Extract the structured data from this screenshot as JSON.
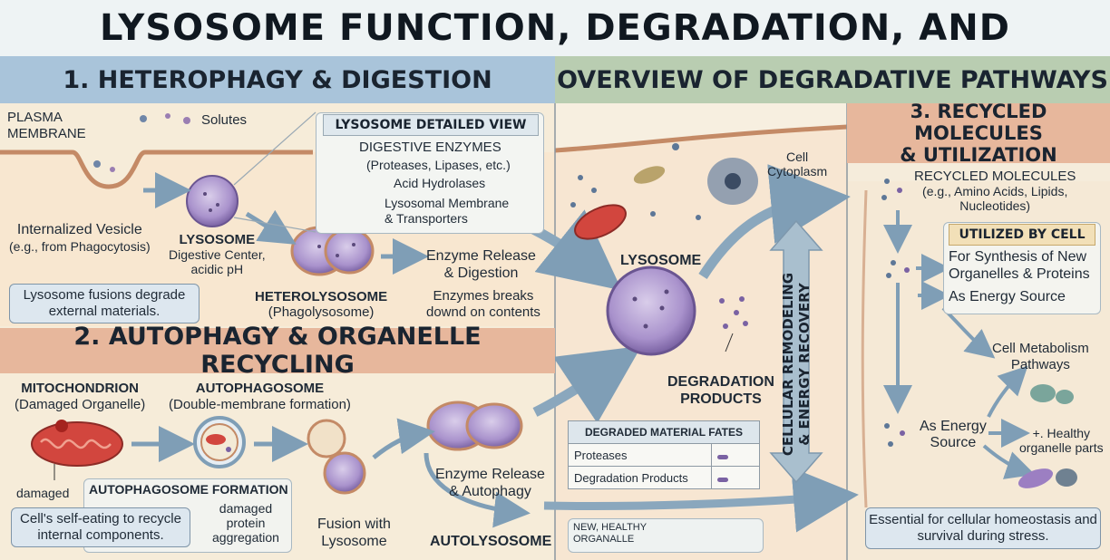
{
  "title": "LYSOSOME FUNCTION, DEGRADATION, AND AUTOPHAGY",
  "colors": {
    "lysosome": "#9d86c0",
    "mito": "#d2463e",
    "arrow": "#8aa7bd",
    "header_blue": "#a9c4da",
    "header_green": "#b9cdb1",
    "header_tan": "#e7b79c"
  },
  "s1": {
    "header": "1. HETEROPHAGY & DIGESTION",
    "plasma_membrane": "PLASMA MEMBRANE",
    "solutes": "Solutes",
    "vesicle": "Internalized Vesicle",
    "vesicle_sub": "(e.g., from Phagocytosis)",
    "lysosome": "LYSOSOME",
    "lysosome_sub1": "Digestive Center,",
    "lysosome_sub2": "acidic pH",
    "heterolysosome": "HETEROLYSOSOME",
    "heterolysosome_sub": "(Phagolysosome)",
    "release1": "Enzyme Release",
    "release2": "& Digestion",
    "breaks1": "Enzymes breaks",
    "breaks2": "downd on contents",
    "note": "Lysosome fusions degrade external materials."
  },
  "detail": {
    "header": "LYSOSOME DETAILED VIEW",
    "enzymes": "DIGESTIVE ENZYMES",
    "enzymes_sub": "(Proteases, Lipases, etc.)",
    "hydrolases": "Acid Hydrolases",
    "membrane1": "Lysosomal Membrane",
    "membrane2": "& Transporters"
  },
  "s2": {
    "header": "2. AUTOPHAGY & ORGANELLE RECYCLING",
    "mito": "MITOCHONDRION",
    "mito_sub": "(Damaged Organelle)",
    "damaged": "damaged",
    "auto": "AUTOPHAGOSOME",
    "auto_sub": "(Double-membrane formation)",
    "formation": "AUTOPHAGOSOME FORMATION",
    "note": "Cell's self-eating to recycle internal components.",
    "aggregation1": "damaged",
    "aggregation2": "protein",
    "aggregation3": "aggregation",
    "fusion1": "Fusion with",
    "fusion2": "Lysosome",
    "release1": "Enzyme Release",
    "release2": "& Autophagy",
    "autolysosome": "AUTOLYSOSOME"
  },
  "overview": {
    "header": "OVERVIEW OF DEGRADATIVE PATHWAYS",
    "cytoplasm1": "Cell",
    "cytoplasm2": "Cytoplasm",
    "lysosome": "LYSOSOME",
    "products1": "DEGRADATION",
    "products2": "PRODUCTS",
    "remodel1": "CELLULAR REMODELING",
    "remodel2": "& ENERGY RECOVERY",
    "fates_header": "DEGRADED MATERIAL FATES",
    "fates": [
      "Proteases",
      "Degradation Products"
    ],
    "new_organelle1": "NEW, HEALTHY",
    "new_organelle2": "ORGANALLE"
  },
  "s3": {
    "header1": "3. RECYCLED MOLECULES",
    "header2": "& UTILIZATION",
    "recycled": "RECYCLED MOLECULES",
    "recycled_sub1": "(e.g., Amino Acids, Lipids,",
    "recycled_sub2": "Nucleotides)",
    "utilized": "UTILIZED BY CELL",
    "synth1": "For Synthesis of New",
    "synth2": "Organelles & Proteins",
    "energy": "As Energy Source",
    "metab1": "Cell Metabolism",
    "metab2": "Pathways",
    "energy2a": "As Energy",
    "energy2b": "Source",
    "healthy1": "+. Healthy",
    "healthy2": "organelle parts",
    "note": "Essential for cellular homeostasis and survival during stress."
  }
}
